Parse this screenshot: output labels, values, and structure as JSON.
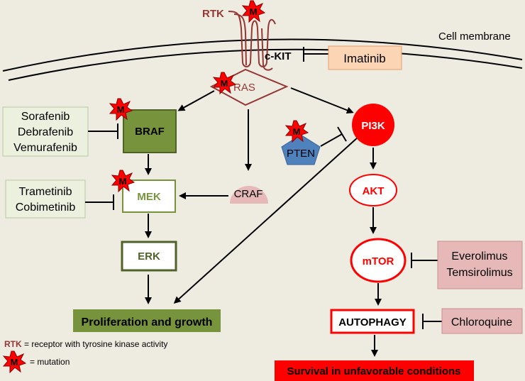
{
  "colors": {
    "background": "#eeebe1",
    "braf_fill": "#77933c",
    "mapk_green": "#4f6228",
    "pi3k_red": "#ff0000",
    "ras_border": "#953735",
    "craf_fill": "#e6b9b8",
    "pten_fill": "#4f81bd",
    "drug_box_green": "#ebf1de",
    "drug_box_pink": "#e6b9b8",
    "drug_box_orange": "#fcd5b5",
    "mutation_star": "#ff0000"
  },
  "membrane": {
    "label": "Cell membrane"
  },
  "rtk": {
    "label": "RTK"
  },
  "nodes": {
    "ckit": "c-KIT",
    "ras": "RAS",
    "braf": "BRAF",
    "mek": "MEK",
    "erk": "ERK",
    "craf": "CRAF",
    "pi3k": "PI3K",
    "pten": "PTEN",
    "akt": "AKT",
    "mtor": "mTOR",
    "autophagy": "AUTOPHAGY"
  },
  "outcomes": {
    "proliferation": "Proliferation and growth",
    "survival": "Survival in unfavorable conditions"
  },
  "drugs": {
    "imatinib": [
      "Imatinib"
    ],
    "braf_inhibitors": [
      "Sorafenib",
      "Debrafenib",
      "Vemurafenib"
    ],
    "mek_inhibitors": [
      "Trametinib",
      "Cobimetinib"
    ],
    "mtor_inhibitors": [
      "Everolimus",
      "Temsirolimus"
    ],
    "autophagy_inhibitors": [
      "Chloroquine"
    ]
  },
  "mutation_mark": "M",
  "legend": {
    "rtk_abbr": "RTK",
    "rtk_text": " = receptor with tyrosine kinase activity",
    "mutation_text": "= mutation"
  }
}
